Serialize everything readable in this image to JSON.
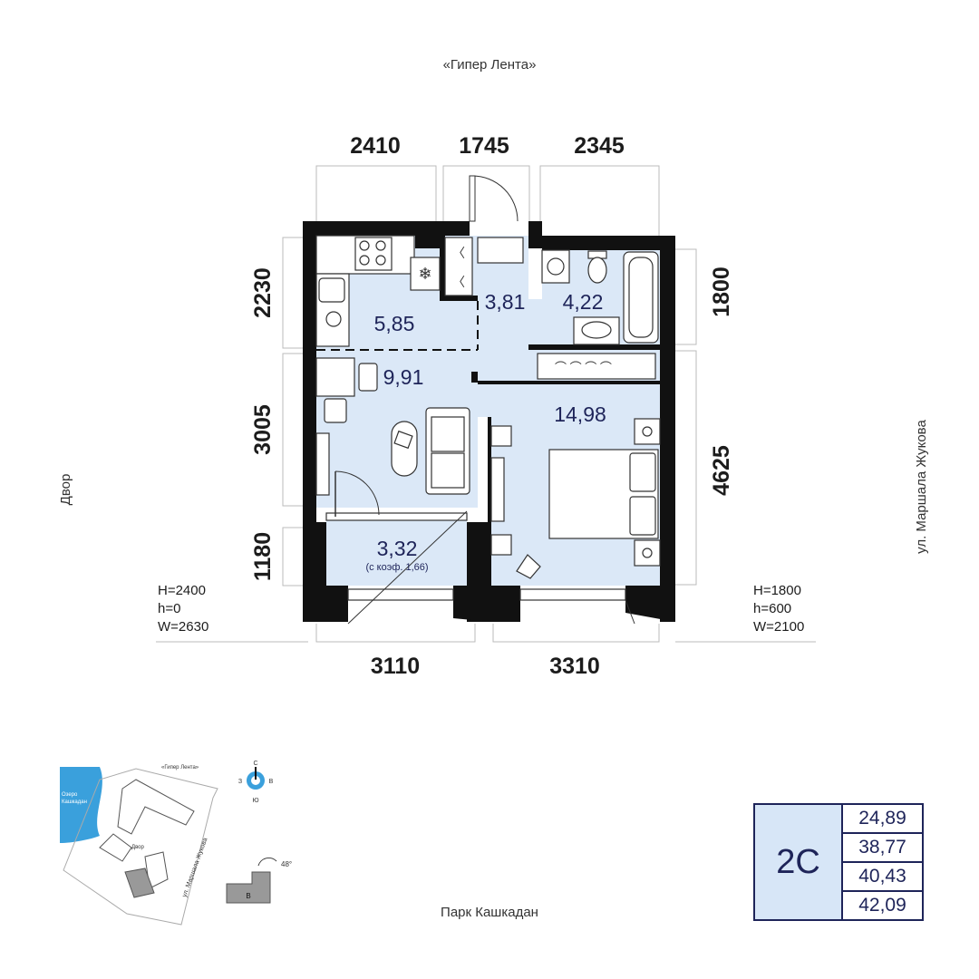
{
  "labels": {
    "top_landmark": "«Гипер Лента»",
    "left_landmark": "Двор",
    "right_street": "ул. Маршала Жукова",
    "bottom_landmark": "Парк Кашкадан"
  },
  "dimensions": {
    "top": [
      "2410",
      "1745",
      "2345"
    ],
    "left": [
      "2230",
      "3005",
      "1180"
    ],
    "right": [
      "1800",
      "4625"
    ],
    "bottom": [
      "3110",
      "3310"
    ]
  },
  "rooms": {
    "kitchen": "5,85",
    "living": "9,91",
    "hall": "3,81",
    "bath": "4,22",
    "bedroom": "14,98",
    "loggia": "3,32",
    "loggia_note": "(с коэф. 1,66)"
  },
  "window_info": {
    "left": [
      "H=2400",
      "h=0",
      "W=2630"
    ],
    "right": [
      "H=1800",
      "h=600",
      "W=2100"
    ]
  },
  "minimap": {
    "top_label": "«Гипер Лента»",
    "lake": [
      "Озеро",
      "Кашкадан"
    ],
    "yard": "Двор",
    "street": "ул. Маршала Жукова",
    "compass": {
      "n": "С",
      "s": "Ю",
      "w": "З",
      "e": "В"
    },
    "angle": "48°",
    "section": "В"
  },
  "apartment_type": {
    "code": "2С",
    "areas": [
      "24,89",
      "38,77",
      "40,43",
      "42,09"
    ]
  },
  "colors": {
    "room_fill": "#dbe8f7",
    "wall": "#111111",
    "accent": "#1e2459",
    "lake": "#3aa0dc"
  }
}
